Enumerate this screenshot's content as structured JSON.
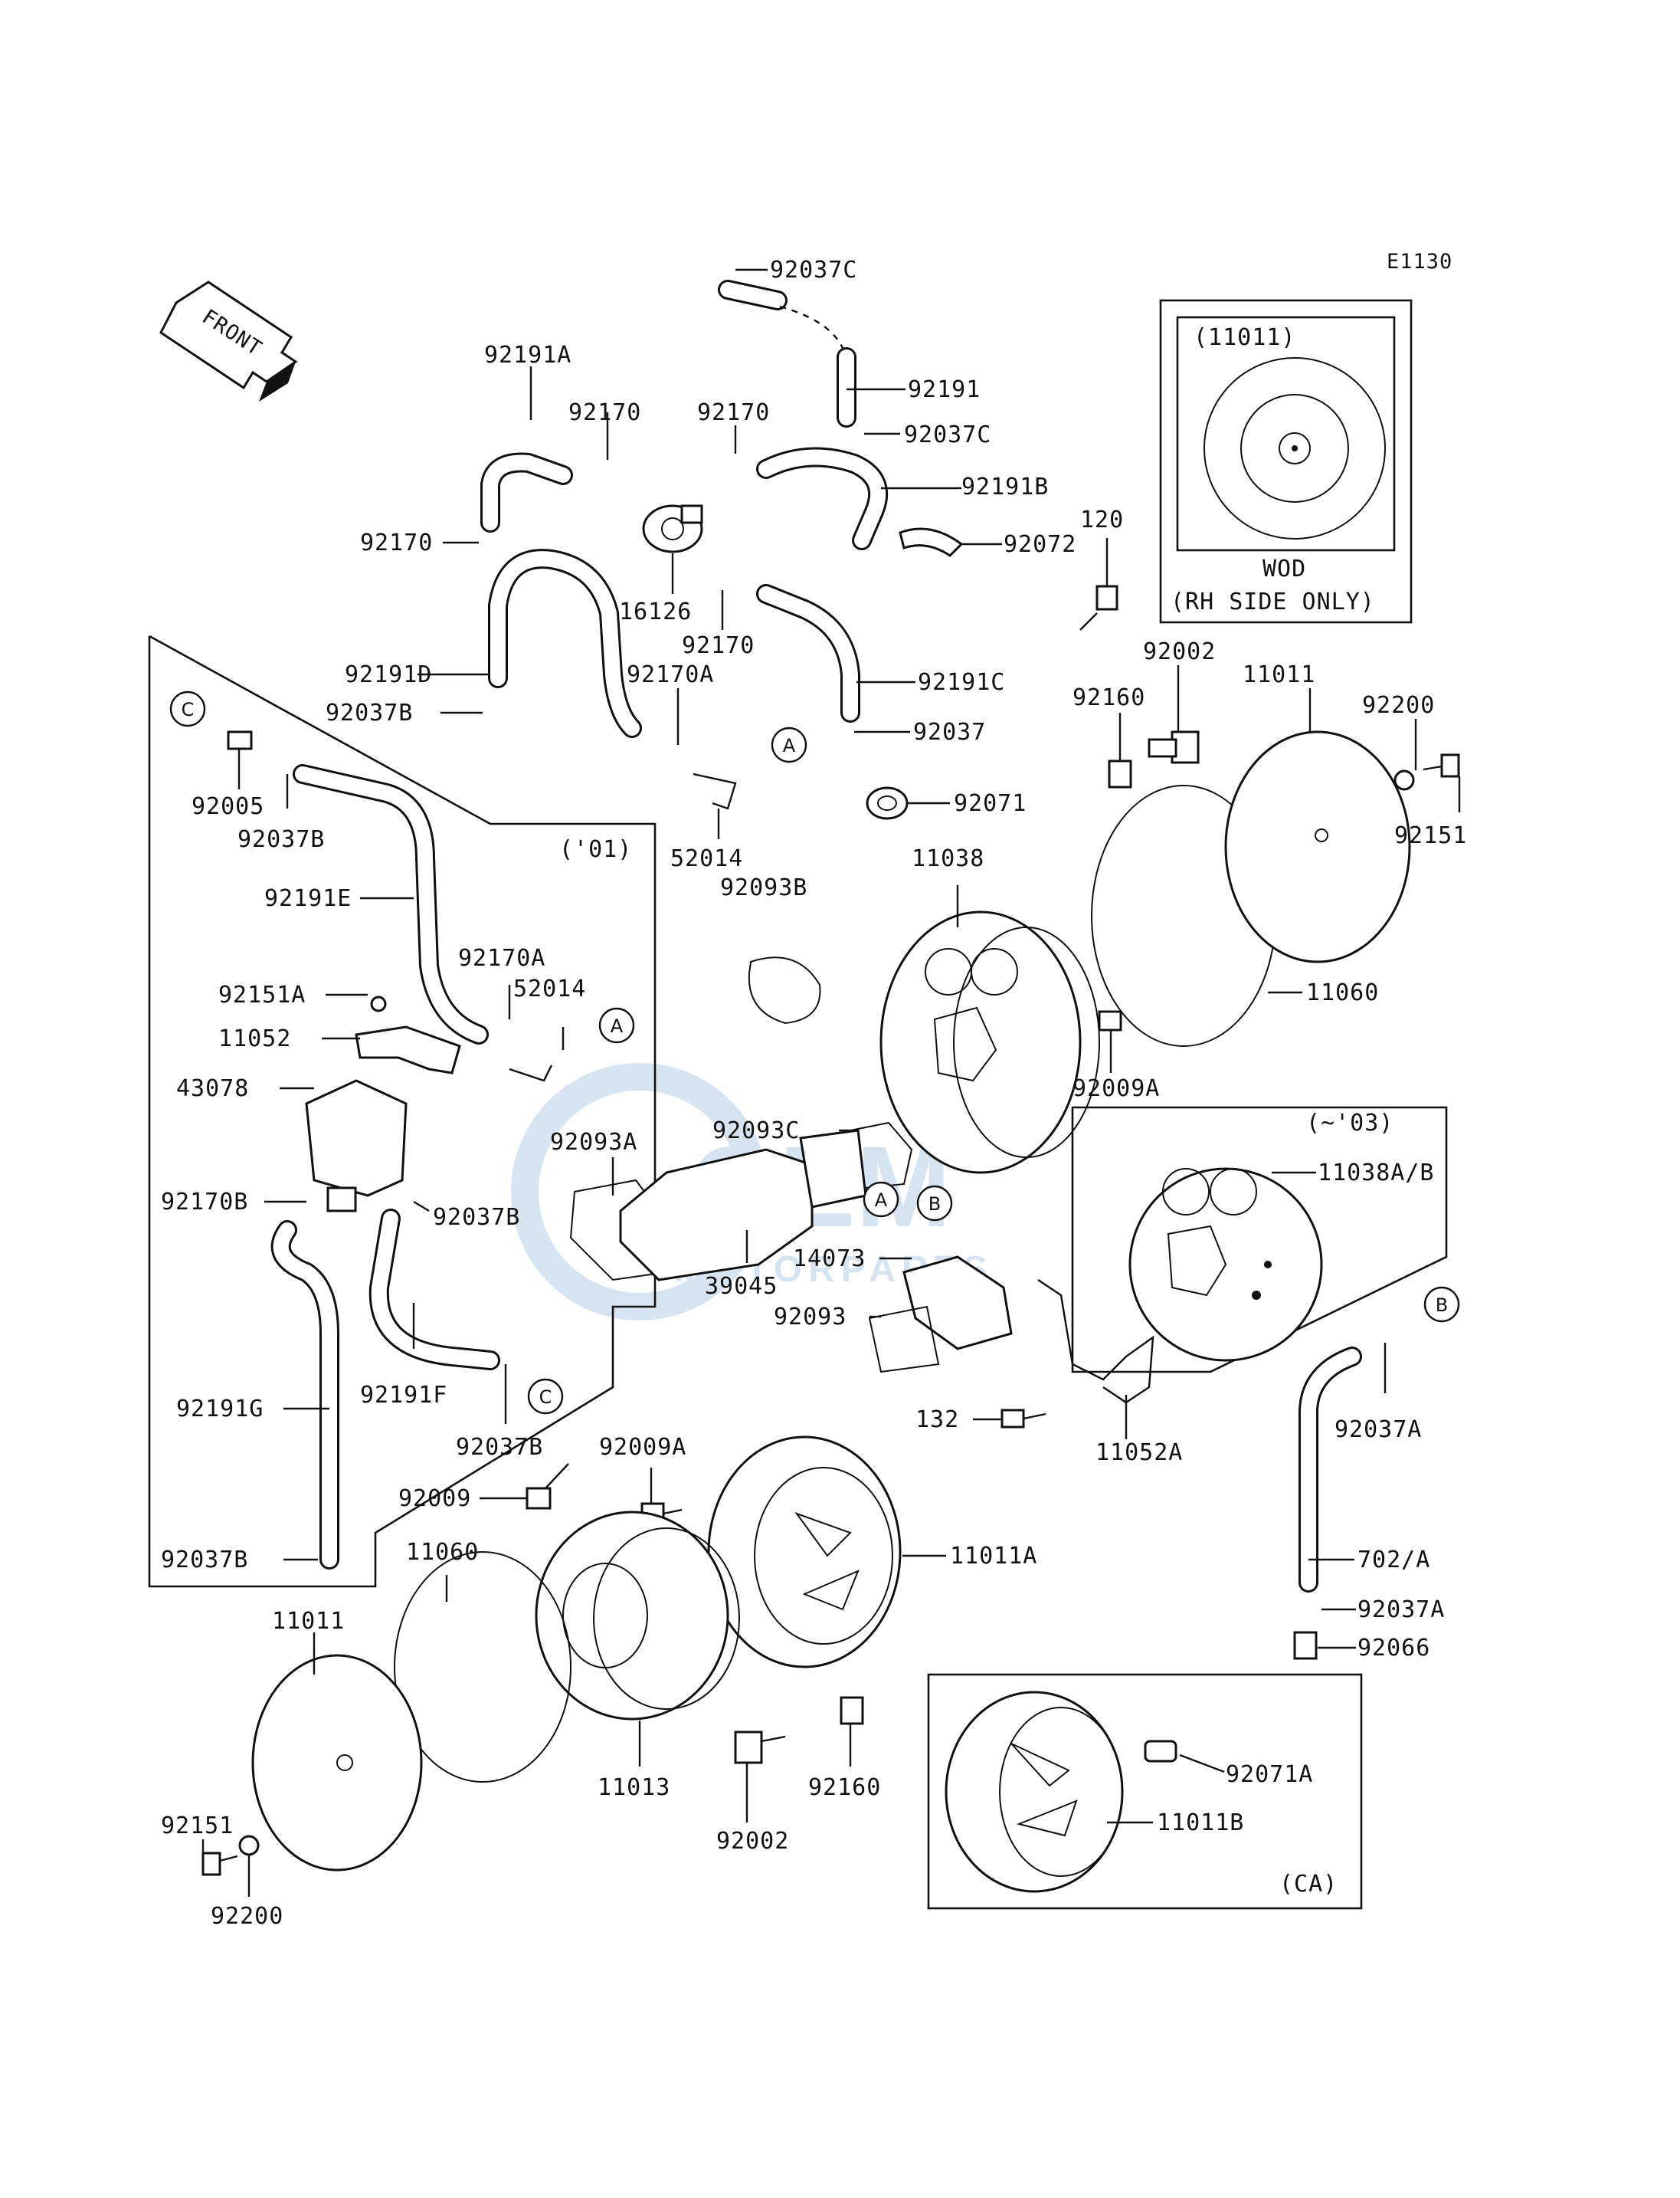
{
  "diagram_code": "E1130",
  "direction_arrow": {
    "text": "FRONT",
    "icon": "front-arrow-icon"
  },
  "watermark": {
    "brand": "OEM",
    "sub": "MOTORPARTS",
    "color": "#c9dcee"
  },
  "inset_boxes": {
    "filter_element": {
      "title": "(11011)",
      "note_line1": "WOD",
      "note_line2": "(RH SIDE ONLY)"
    },
    "year_01": {
      "title": "('01)"
    },
    "year_03": {
      "title": "(~'03)"
    },
    "canada": {
      "title": "(CA)"
    }
  },
  "markers": [
    "A",
    "B",
    "C"
  ],
  "labels": [
    {
      "id": "92037C_top",
      "text": "92037C"
    },
    {
      "id": "92191",
      "text": "92191"
    },
    {
      "id": "92037C_mid",
      "text": "92037C"
    },
    {
      "id": "92191A",
      "text": "92191A"
    },
    {
      "id": "92170_a",
      "text": "92170"
    },
    {
      "id": "92170_b",
      "text": "92170"
    },
    {
      "id": "92191B",
      "text": "92191B"
    },
    {
      "id": "92170_c",
      "text": "92170"
    },
    {
      "id": "92072",
      "text": "92072"
    },
    {
      "id": "120",
      "text": "120"
    },
    {
      "id": "16126",
      "text": "16126"
    },
    {
      "id": "92170_d",
      "text": "92170"
    },
    {
      "id": "92191D",
      "text": "92191D"
    },
    {
      "id": "92170A_top",
      "text": "92170A"
    },
    {
      "id": "92191C",
      "text": "92191C"
    },
    {
      "id": "92002_top",
      "text": "92002"
    },
    {
      "id": "11011_top",
      "text": "11011"
    },
    {
      "id": "92037B_a",
      "text": "92037B"
    },
    {
      "id": "92037_a",
      "text": "92037"
    },
    {
      "id": "92160_top",
      "text": "92160"
    },
    {
      "id": "92200_top",
      "text": "92200"
    },
    {
      "id": "92005",
      "text": "92005"
    },
    {
      "id": "92037B_b",
      "text": "92037B"
    },
    {
      "id": "52014_top",
      "text": "52014"
    },
    {
      "id": "92071",
      "text": "92071"
    },
    {
      "id": "92151_top",
      "text": "92151"
    },
    {
      "id": "11038",
      "text": "11038"
    },
    {
      "id": "92093B",
      "text": "92093B"
    },
    {
      "id": "92191E",
      "text": "92191E"
    },
    {
      "id": "92170A_mid",
      "text": "92170A"
    },
    {
      "id": "52014_mid",
      "text": "52014"
    },
    {
      "id": "92151A",
      "text": "92151A"
    },
    {
      "id": "11060_top",
      "text": "11060"
    },
    {
      "id": "11052",
      "text": "11052"
    },
    {
      "id": "43078",
      "text": "43078"
    },
    {
      "id": "92093C",
      "text": "92093C"
    },
    {
      "id": "92009A_top",
      "text": "92009A"
    },
    {
      "id": "92093A",
      "text": "92093A"
    },
    {
      "id": "11038AB",
      "text": "11038A/B"
    },
    {
      "id": "92170B",
      "text": "92170B"
    },
    {
      "id": "92037B_c",
      "text": "92037B"
    },
    {
      "id": "39045",
      "text": "39045"
    },
    {
      "id": "14073",
      "text": "14073"
    },
    {
      "id": "92093",
      "text": "92093"
    },
    {
      "id": "92191F",
      "text": "92191F"
    },
    {
      "id": "92191G",
      "text": "92191G"
    },
    {
      "id": "132",
      "text": "132"
    },
    {
      "id": "92037A_a",
      "text": "92037A"
    },
    {
      "id": "92037B_d",
      "text": "92037B"
    },
    {
      "id": "11052A",
      "text": "11052A"
    },
    {
      "id": "92009A_mid",
      "text": "92009A"
    },
    {
      "id": "92009",
      "text": "92009"
    },
    {
      "id": "702A",
      "text": "702/A"
    },
    {
      "id": "11011A",
      "text": "11011A"
    },
    {
      "id": "92037B_e",
      "text": "92037B"
    },
    {
      "id": "11060_bot",
      "text": "11060"
    },
    {
      "id": "92037A_b",
      "text": "92037A"
    },
    {
      "id": "11011_bot",
      "text": "11011"
    },
    {
      "id": "92066",
      "text": "92066"
    },
    {
      "id": "92071A",
      "text": "92071A"
    },
    {
      "id": "11013",
      "text": "11013"
    },
    {
      "id": "92160_bot",
      "text": "92160"
    },
    {
      "id": "92151_bot",
      "text": "92151"
    },
    {
      "id": "92002_bot",
      "text": "92002"
    },
    {
      "id": "11011B",
      "text": "11011B"
    },
    {
      "id": "92200_bot",
      "text": "92200"
    }
  ]
}
